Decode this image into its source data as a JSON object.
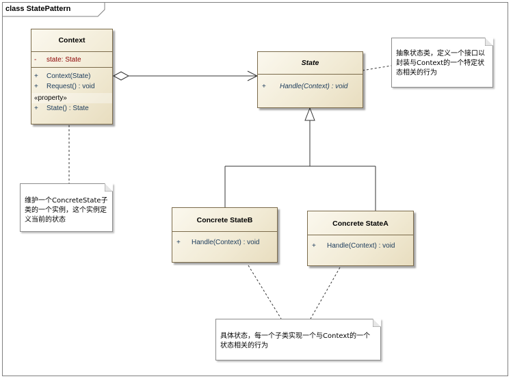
{
  "diagram": {
    "frame_label": "class StatePattern",
    "classes": {
      "context": {
        "name": "Context",
        "attr_vis": "-",
        "attr": "state:  State",
        "ops": [
          {
            "vis": "+",
            "text": "Context(State)"
          },
          {
            "vis": "+",
            "text": "Request() : void"
          }
        ],
        "stereotype": "«property»",
        "prop_vis": "+",
        "prop": "State() : State"
      },
      "state": {
        "name": "State",
        "op_vis": "+",
        "op": "Handle(Context) : void"
      },
      "concrete_b": {
        "name": "Concrete StateB",
        "op_vis": "+",
        "op": "Handle(Context) : void"
      },
      "concrete_a": {
        "name": "Concrete StateA",
        "op_vis": "+",
        "op": "Handle(Context) : void"
      }
    },
    "notes": {
      "state_note": "抽象状态类，定义一个接口以封装与Context的一个特定状态相关的行为",
      "context_note": "维护一个ConcreteState子类的一个实例，这个实例定义当前的状态",
      "concrete_note": "具体状态，每一个子类实现一个与Context的一个状态相关的行为"
    },
    "colors": {
      "class_fill": "#f1ead4",
      "attribute_text": "#8b0000",
      "operation_text": "#1a3a5a"
    }
  }
}
